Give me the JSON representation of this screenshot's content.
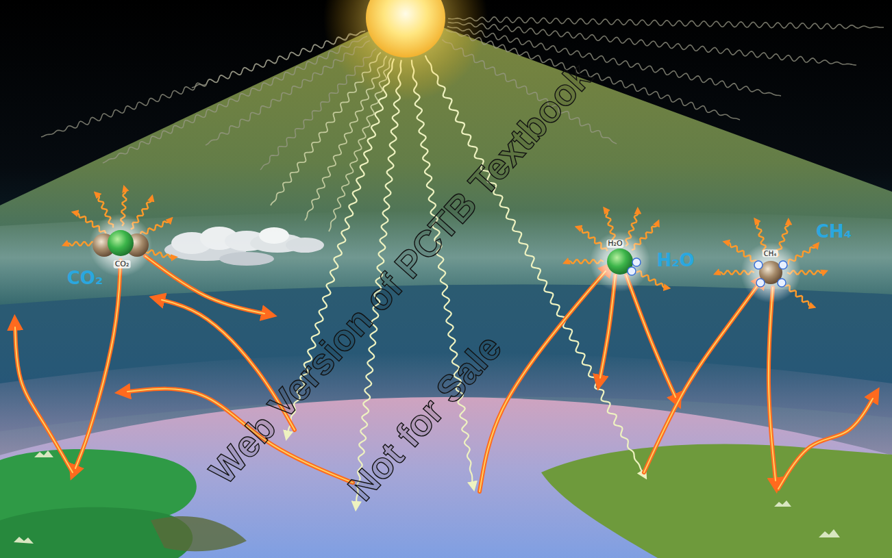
{
  "diagram": {
    "labels": [
      "CO₂",
      "CO₂",
      "H₂O",
      "H₂O",
      "CH₄",
      "CH₄",
      "Web Version of PCTB Textbook",
      "Not for Sale"
    ]
  }
}
